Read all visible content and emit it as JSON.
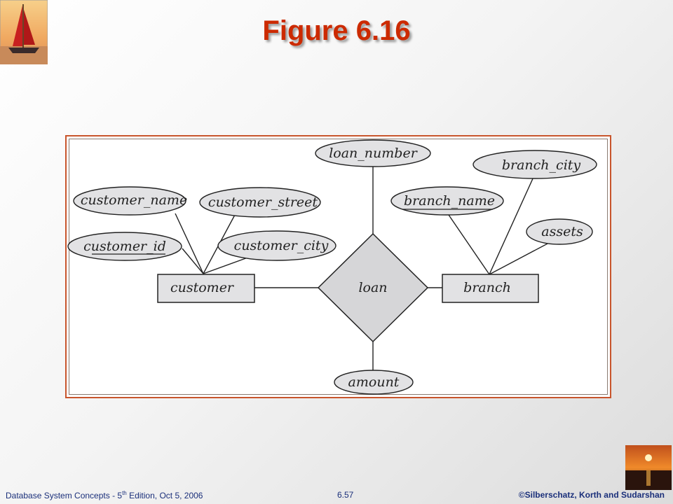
{
  "title": "Figure 6.16",
  "er_diagram": {
    "entities": {
      "customer": "customer",
      "branch": "branch"
    },
    "relationship": "loan",
    "attributes": {
      "customer_name": "customer_name",
      "customer_street": "customer_street",
      "customer_id": "customer_id",
      "customer_city": "customer_city",
      "loan_number": "loan_number",
      "amount": "amount",
      "branch_name": "branch_name",
      "branch_city": "branch_city",
      "assets": "assets"
    }
  },
  "footer": {
    "left_prefix": "Database  System Concepts  - 5",
    "left_sup": "th",
    "left_suffix": " Edition, Oct 5, 2006",
    "center": "6.57",
    "right": "©Silberschatz, Korth and Sudarshan"
  }
}
